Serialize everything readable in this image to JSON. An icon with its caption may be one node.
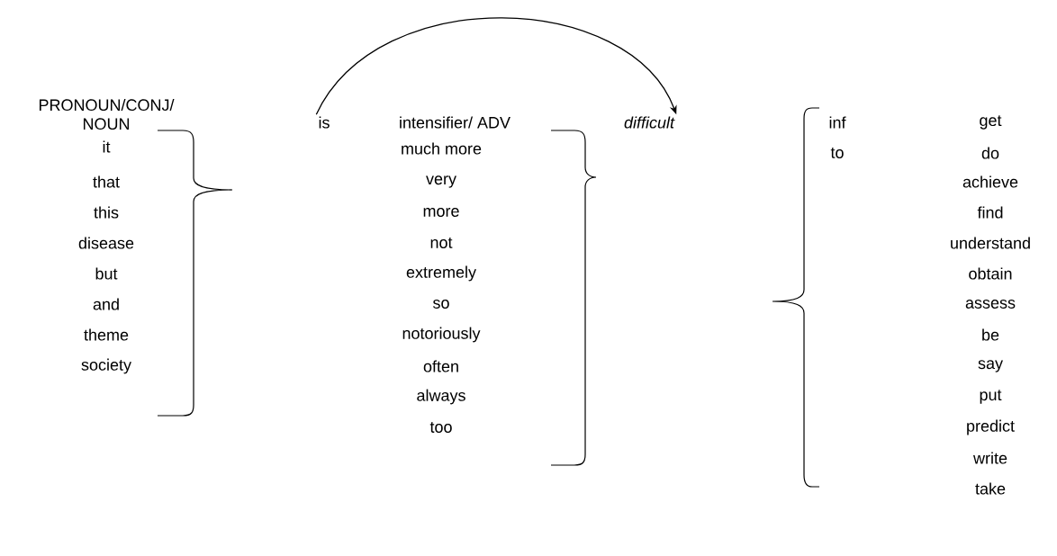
{
  "diagram": {
    "nodes": [
      {
        "text": [
          "is"
        ]
      },
      {
        "text": [
          "difficult"
        ]
      }
    ],
    "edges": [
      {
        "from": 0,
        "to": 1,
        "arrow": "to"
      }
    ],
    "labels": [
      "PRONOUN/CONJ/ NOUN",
      "intensifier/ ADV",
      "inf",
      "get",
      "to",
      "do",
      "it",
      "that",
      "this",
      "disease",
      "but",
      "and",
      "theme",
      "society",
      "much more",
      "very",
      "more",
      "not",
      "extremely",
      "so",
      "notoriously",
      "often",
      "always",
      "too",
      "achieve",
      "find",
      "understand",
      "obtain",
      "assess",
      "be",
      "say",
      "put",
      "predict",
      "write",
      "take"
    ]
  }
}
